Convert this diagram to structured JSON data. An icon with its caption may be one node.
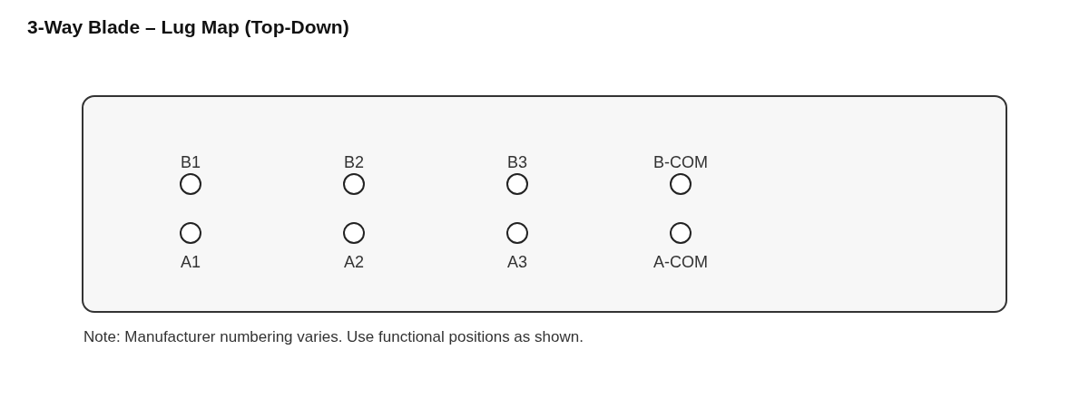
{
  "diagram": {
    "title": "3-Way Blade – Lug Map (Top-Down)",
    "nodes": [
      {
        "text": [],
        "shape": "box"
      },
      {
        "text": [
          "B1"
        ],
        "in": 0
      },
      {
        "text": [
          "B2"
        ],
        "in": 0
      },
      {
        "text": [
          "B3"
        ],
        "in": 0
      },
      {
        "text": [
          "B-COM"
        ],
        "in": 0
      },
      {
        "text": [
          "A1"
        ],
        "in": 0
      },
      {
        "text": [
          "A2"
        ],
        "in": 0
      },
      {
        "text": [
          "A3"
        ],
        "in": 0
      },
      {
        "text": [
          "A-COM"
        ],
        "in": 0
      }
    ],
    "labels": [
      "Note: Manufacturer numbering varies. Use functional positions as shown."
    ]
  }
}
